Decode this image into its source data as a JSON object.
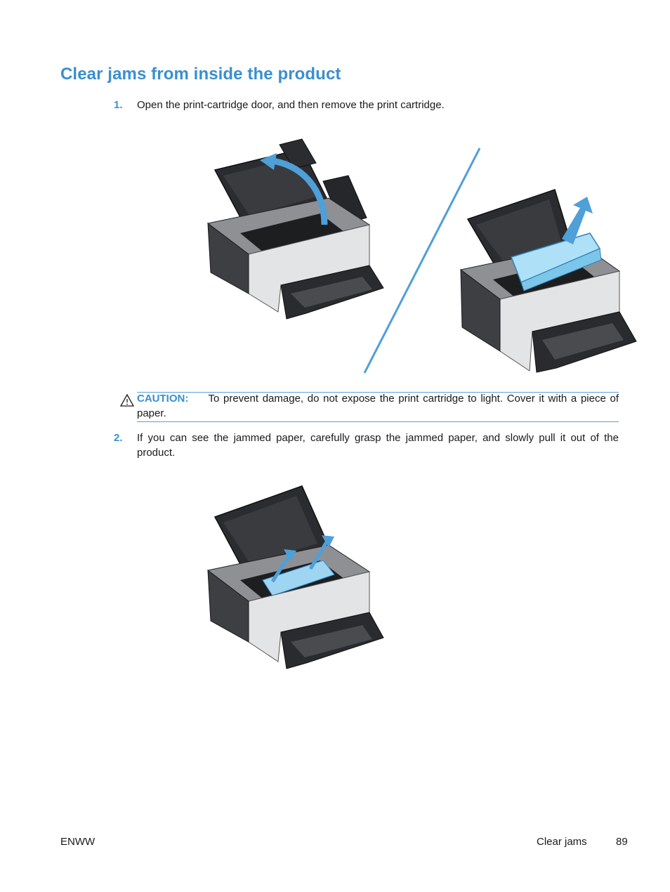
{
  "title": "Clear jams from inside the product",
  "steps": [
    {
      "number": "1.",
      "text": "Open the print-cartridge door, and then remove the print cartridge."
    },
    {
      "number": "2.",
      "text": "If you can see the jammed paper, carefully grasp the jammed paper, and slowly pull it out of the product."
    }
  ],
  "caution": {
    "label": "CAUTION:",
    "text": "To prevent damage, do not expose the print cartridge to light. Cover it with a piece of paper."
  },
  "footer": {
    "left": "ENWW",
    "section": "Clear jams",
    "page": "89"
  },
  "icons": {
    "caution": "warning-triangle-icon"
  },
  "colors": {
    "accent": "#3a8fd0",
    "arrow": "#4f9fd8",
    "printer_body": "#3e3f42",
    "printer_panel": "#e3e4e6"
  }
}
